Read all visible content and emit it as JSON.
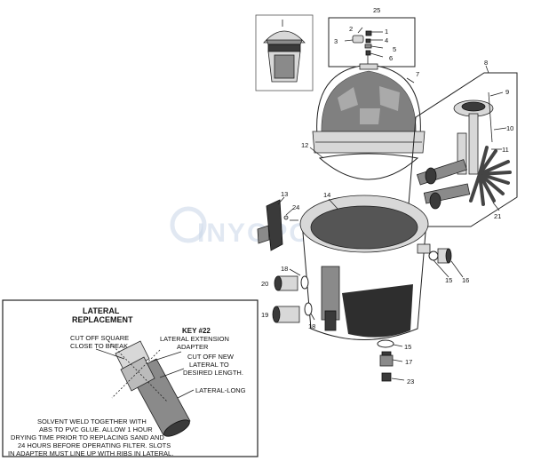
{
  "watermark": "INYOPOOLS",
  "callouts": {
    "c1": "1",
    "c2": "2",
    "c3": "3",
    "c4": "4",
    "c5": "5",
    "c6": "6",
    "c7": "7",
    "c8": "8",
    "c9": "9",
    "c10": "10",
    "c11": "11",
    "c12": "12",
    "c13": "13",
    "c14": "14",
    "c15a": "15",
    "c15b": "15",
    "c16": "16",
    "c17": "17",
    "c18a": "18",
    "c18b": "18",
    "c19": "19",
    "c20": "20",
    "c21": "21",
    "c23": "23",
    "c24": "24",
    "c25": "25"
  },
  "inset": {
    "title_line1": "LATERAL",
    "title_line2": "REPLACEMENT",
    "key_label": "KEY #22",
    "key_line2": "LATERAL EXTENSION",
    "key_line3": "ADAPTER",
    "cut_square_1": "CUT OFF SQUARE",
    "cut_square_2": "CLOSE TO BREAK",
    "cut_new_1": "CUT OFF NEW",
    "cut_new_2": "LATERAL TO",
    "cut_new_3": "DESIRED LENGTH.",
    "lateral_long": "LATERAL-LONG",
    "note_1": "SOLVENT WELD TOGETHER WITH",
    "note_2": "ABS TO PVC GLUE. ALLOW 1 HOUR",
    "note_3": "DRYING TIME PRIOR TO REPLACING SAND AND",
    "note_4": "24 HOURS BEFORE OPERATING FILTER. SLOTS",
    "note_5": "IN ADAPTER MUST LINE UP WITH RIBS IN LATERAL."
  }
}
